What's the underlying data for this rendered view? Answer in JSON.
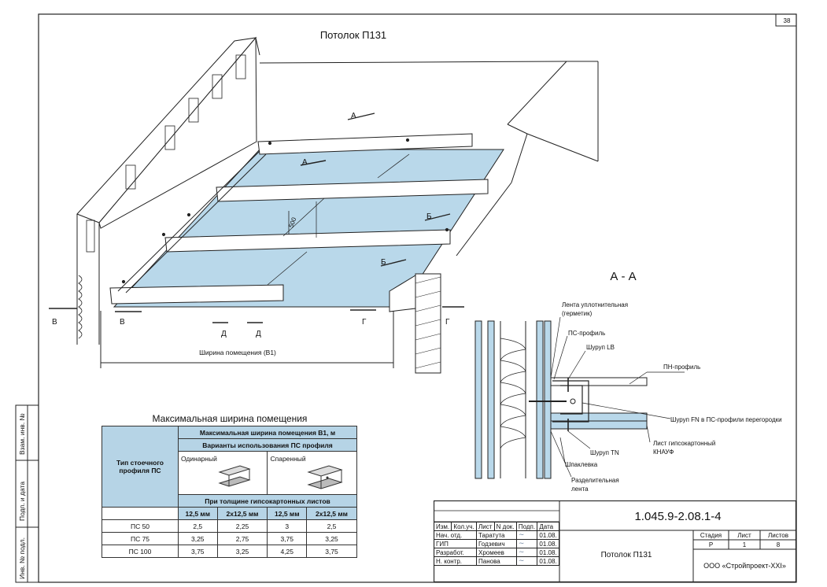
{
  "sheet_number": "38",
  "title_main": "Потолок П131",
  "section_title": "А - А",
  "drawing_labels": {
    "A1": "А",
    "A2": "А",
    "B1": "Б",
    "B2": "Б",
    "V_left": "В",
    "V_right": "В",
    "D1": "Д",
    "D2": "Д",
    "G_left": "Г",
    "G_right": "Г",
    "dim_500": "500",
    "room_width": "Ширина помещения (В1)"
  },
  "section_callouts": {
    "seal_tape": "Лента уплотнительная",
    "seal_tape_note": "(герметик)",
    "ps_profile": "ПС-профиль",
    "screw_lb": "Шуруп LB",
    "pn_profile": "ПН-профиль",
    "screw_fn": "Шуруп FN в ПС-профили перегородки",
    "gypsum_sheet": "Лист гипсокартонный",
    "knauf": "КНАУФ",
    "screw_tn": "Шуруп TN",
    "putty": "Шпаклевка",
    "sep_tape_1": "Разделительная",
    "sep_tape_2": "лента"
  },
  "side_labels": {
    "inv_replace": "Взам. инв. №",
    "sign_date": "Подп. и дата",
    "inv_orig": "Инв. № подл."
  },
  "spec_table": {
    "title": "Максимальная ширина помещения",
    "col_type": "Тип стоечного профиля ПС",
    "header_max": "Максимальная ширина помещения В1, м",
    "header_variants": "Варианты использования ПС профиля",
    "single": "Одинарный",
    "paired": "Спаренный",
    "header_thickness": "При толщине гипсокартонных листов",
    "subcols": [
      "12,5 мм",
      "2х12,5 мм",
      "12,5 мм",
      "2х12,5 мм"
    ],
    "rows": [
      {
        "type": "ПС 50",
        "values": [
          "2,5",
          "2,25",
          "3",
          "2,5"
        ]
      },
      {
        "type": "ПС 75",
        "values": [
          "3,25",
          "2,75",
          "3,75",
          "3,25"
        ]
      },
      {
        "type": "ПС 100",
        "values": [
          "3,75",
          "3,25",
          "4,25",
          "3,75"
        ]
      }
    ]
  },
  "title_block": {
    "code": "1.045.9-2.08.1-4",
    "name": "Потолок П131",
    "org": "ООО «Стройпроект-XXI»",
    "stage_h": "Стадия",
    "sheet_h": "Лист",
    "sheets_h": "Листов",
    "stage": "Р",
    "sheet": "1",
    "sheets": "8",
    "cols": [
      "Изм.",
      "Кол.уч.",
      "Лист",
      "N док.",
      "Подп.",
      "Дата"
    ],
    "people": [
      {
        "role": "Нач. отд.",
        "name": "Таратута",
        "date": "01.08."
      },
      {
        "role": "ГИП",
        "name": "Годзевич",
        "date": "01.08."
      },
      {
        "role": "Разработ.",
        "name": "Хромеев",
        "date": "01.08."
      },
      {
        "role": "Н. контр.",
        "name": "Панова",
        "date": "01.08."
      }
    ]
  }
}
